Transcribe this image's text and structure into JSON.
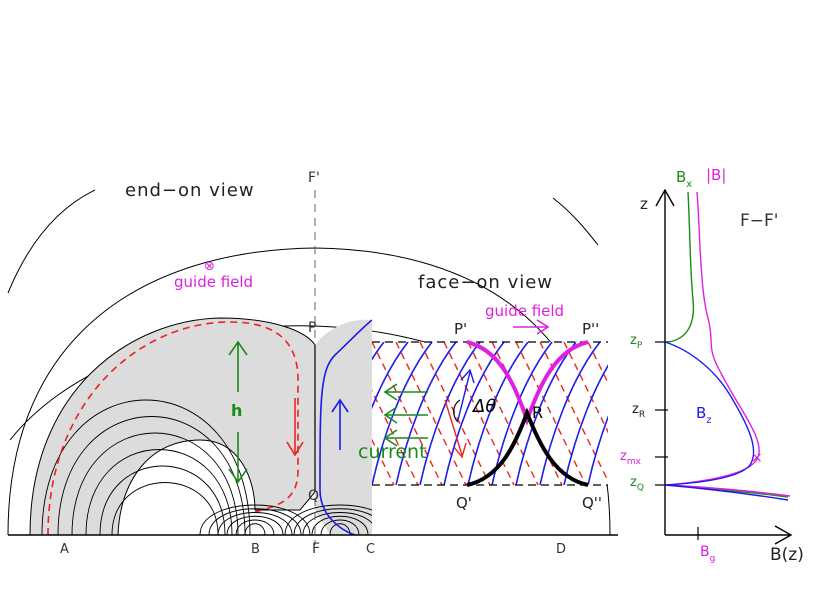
{
  "left_panel": {
    "end_on_title": "end−on view",
    "face_on_title": "face−on view",
    "guide_field_symbol": "⊗",
    "guide_field_label": "guide field",
    "guide_field_label_2": "guide field",
    "label_h": "h",
    "label_current": "current",
    "label_dtheta": "Δθ",
    "points": {
      "F_prime": "F'",
      "P": "P",
      "Q": "Q",
      "F": "F",
      "A": "A",
      "B": "B",
      "C": "C",
      "D": "D",
      "P_prime": "P'",
      "P_dprime": "P''",
      "Q_prime": "Q'",
      "Q_dprime": "Q''",
      "R": "R"
    }
  },
  "right_panel": {
    "section_label": "F−F'",
    "axis_z_label": "z",
    "axis_x_label": "B(z)",
    "ticks": {
      "zP": "z",
      "zP_sub": "P",
      "zR": "z",
      "zR_sub": "R",
      "zmx": "z",
      "zmx_sub": "mx",
      "zQ": "z",
      "zQ_sub": "Q",
      "Bg": "B",
      "Bg_sub": "g"
    },
    "curves": {
      "Bx": "B",
      "Bx_sub": "x",
      "absB": "|B|",
      "Bz": "B",
      "Bz_sub": "z"
    }
  },
  "colors": {
    "black": "#000000",
    "red": "#ee2222",
    "blue": "#1a1aee",
    "green": "#1a8a1a",
    "magenta": "#e020e0",
    "shade": "#dcdcdc",
    "gray": "#666666"
  }
}
